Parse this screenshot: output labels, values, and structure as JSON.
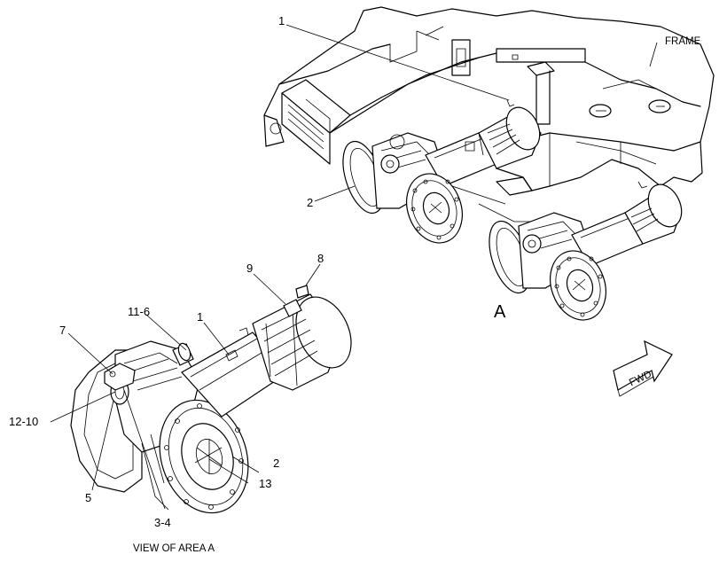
{
  "labels": {
    "frame": "FRAME",
    "area": "A",
    "view_caption": "VIEW OF AREA  A",
    "fwd": "FWD"
  },
  "callouts": {
    "c1_top": "1",
    "c2_top": "2",
    "c1_detail": "1",
    "c2_detail": "2",
    "c3_4": "3-4",
    "c5": "5",
    "c7": "7",
    "c8": "8",
    "c9": "9",
    "c11_6": "11-6",
    "c12_10": "12-10",
    "c13": "13"
  },
  "icons": [
    "fwd-arrow-icon"
  ]
}
